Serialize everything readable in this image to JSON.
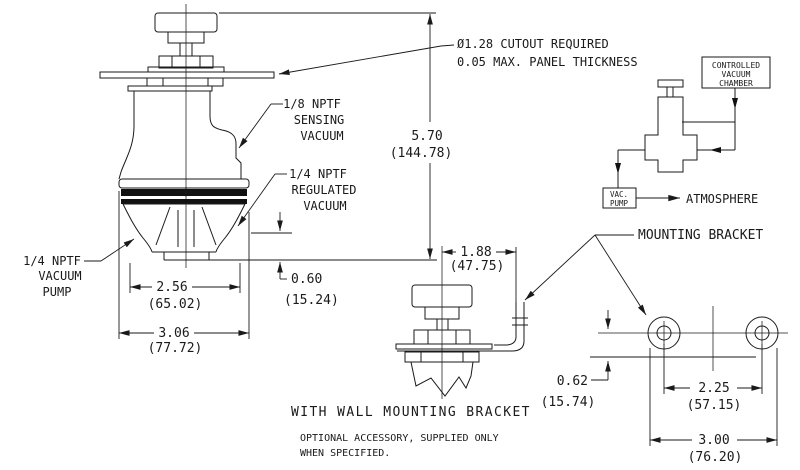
{
  "main_view": {
    "note_line1": "Ø1.28 CUTOUT REQUIRED",
    "note_line2": "0.05 MAX. PANEL THICKNESS",
    "sensing_port": {
      "l1": "1/8 NPTF",
      "l2": "SENSING",
      "l3": "VACUUM"
    },
    "regulated_port": {
      "l1": "1/4 NPTF",
      "l2": "REGULATED",
      "l3": "VACUUM"
    },
    "pump_port": {
      "l1": "1/4 NPTF",
      "l2": "VACUUM",
      "l3": "PUMP"
    },
    "dim_height_in": "5.70",
    "dim_height_mm": "(144.78)",
    "dim_body_in": "2.56",
    "dim_body_mm": "(65.02)",
    "dim_overall_in": "3.06",
    "dim_overall_mm": "(77.72)",
    "dim_port_in": "0.60",
    "dim_port_mm": "(15.24)"
  },
  "schematic": {
    "chamber_l1": "CONTROLLED",
    "chamber_l2": "VACUUM",
    "chamber_l3": "CHAMBER",
    "pump_l1": "VAC.",
    "pump_l2": "PUMP",
    "atmosphere": "ATMOSPHERE"
  },
  "bracket": {
    "label": "MOUNTING BRACKET",
    "dim_depth_in": "1.88",
    "dim_depth_mm": "(47.75)",
    "dim_offset_in": "0.62",
    "dim_offset_mm": "(15.74)",
    "dim_spacing_in": "2.25",
    "dim_spacing_mm": "(57.15)",
    "dim_width_in": "3.00",
    "dim_width_mm": "(76.20)",
    "caption": "WITH WALL MOUNTING BRACKET",
    "note_line1": "OPTIONAL ACCESSORY, SUPPLIED ONLY",
    "note_line2": "WHEN SPECIFIED."
  }
}
